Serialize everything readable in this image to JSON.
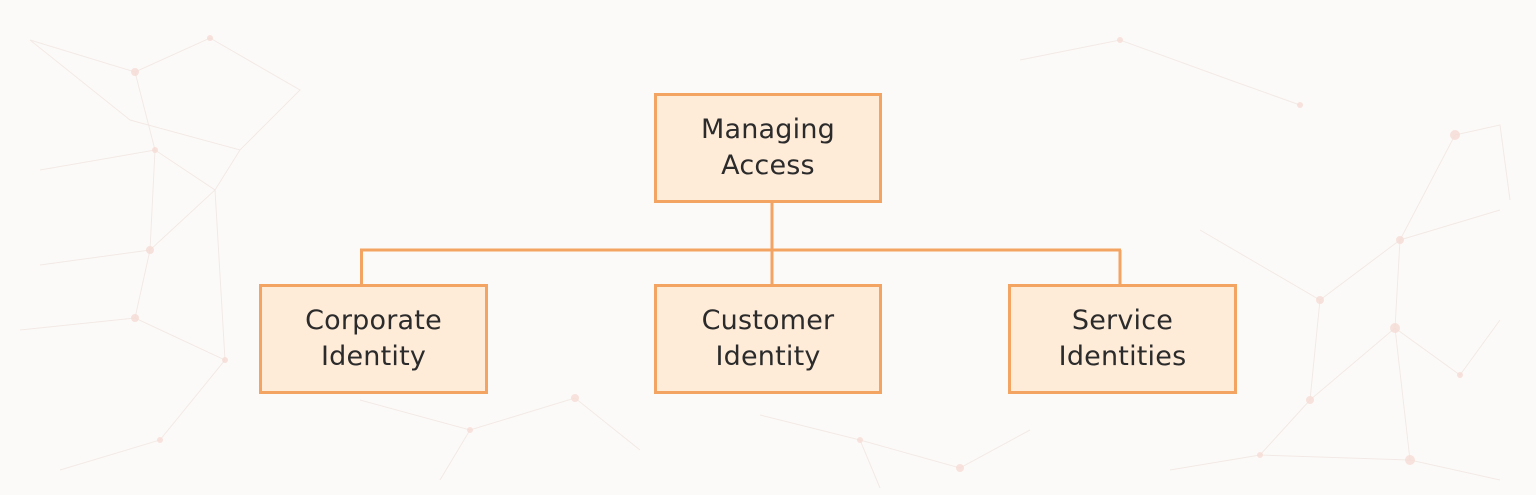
{
  "diagram": {
    "root": {
      "line1": "Managing",
      "line2": "Access"
    },
    "children": [
      {
        "line1": "Corporate",
        "line2": "Identity"
      },
      {
        "line1": "Customer",
        "line2": "Identity"
      },
      {
        "line1": "Service",
        "line2": "Identities"
      }
    ]
  },
  "colors": {
    "box_border": "#f4a462",
    "box_fill": "#feebd8",
    "connector": "#f4a462",
    "text": "#2b2b2b",
    "background": "#fcfaf8"
  }
}
